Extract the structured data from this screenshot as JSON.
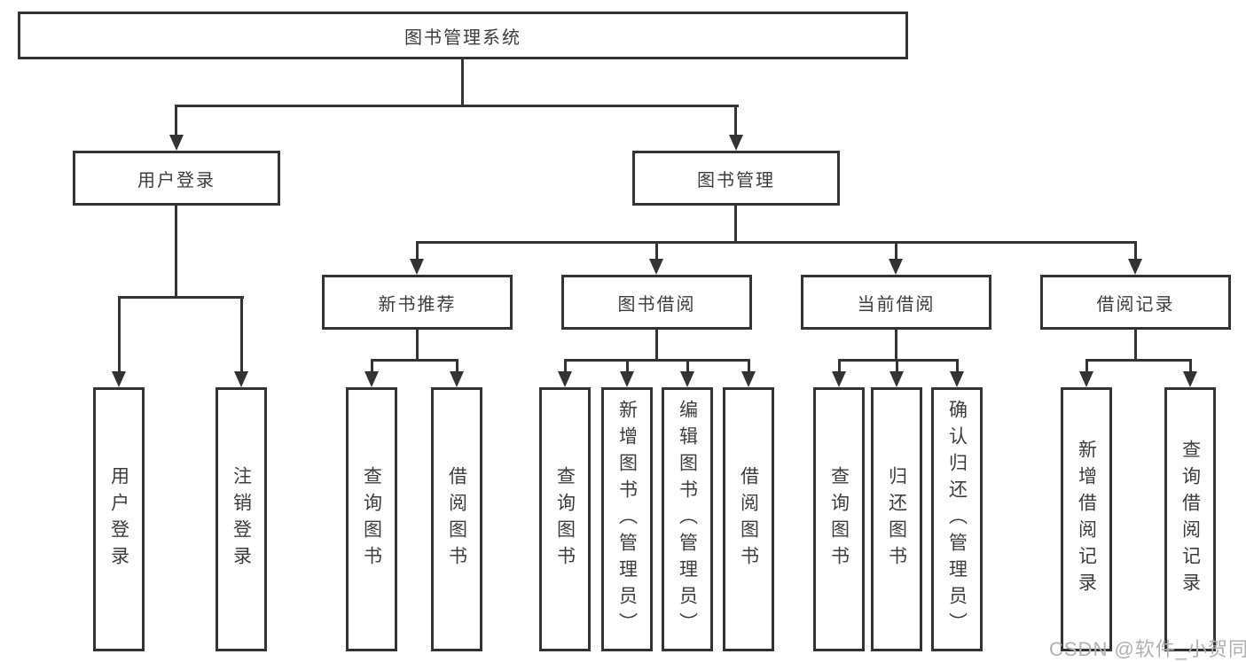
{
  "colors": {
    "line": "#333333",
    "text": "#3c3c3c",
    "background": "#ffffff",
    "watermark": "#b0b0b0"
  },
  "root": {
    "label": "图书管理系统"
  },
  "level2": [
    {
      "id": "user-login",
      "label": "用户登录"
    },
    {
      "id": "book-management",
      "label": "图书管理"
    }
  ],
  "level3": [
    {
      "id": "new-book-recommend",
      "label": "新书推荐"
    },
    {
      "id": "book-borrowing",
      "label": "图书借阅"
    },
    {
      "id": "current-borrowing",
      "label": "当前借阅"
    },
    {
      "id": "borrowing-records",
      "label": "借阅记录"
    }
  ],
  "leafGroups": [
    {
      "parent": "用户登录",
      "items": [
        {
          "label": "用户登录"
        },
        {
          "label": "注销登录"
        }
      ]
    },
    {
      "parent": "新书推荐",
      "items": [
        {
          "label": "查询图书"
        },
        {
          "label": "借阅图书"
        }
      ]
    },
    {
      "parent": "图书借阅",
      "items": [
        {
          "label": "查询图书"
        },
        {
          "label": "新增图书（管理员）"
        },
        {
          "label": "编辑图书（管理员）"
        },
        {
          "label": "借阅图书"
        }
      ]
    },
    {
      "parent": "当前借阅",
      "items": [
        {
          "label": "查询图书"
        },
        {
          "label": "归还图书"
        },
        {
          "label": "确认归还（管理员）"
        }
      ]
    },
    {
      "parent": "借阅记录",
      "items": [
        {
          "label": "新增借阅记录"
        },
        {
          "label": "查询借阅记录"
        }
      ]
    }
  ],
  "watermark": {
    "text": "CSDN @软件_小贺同学"
  }
}
